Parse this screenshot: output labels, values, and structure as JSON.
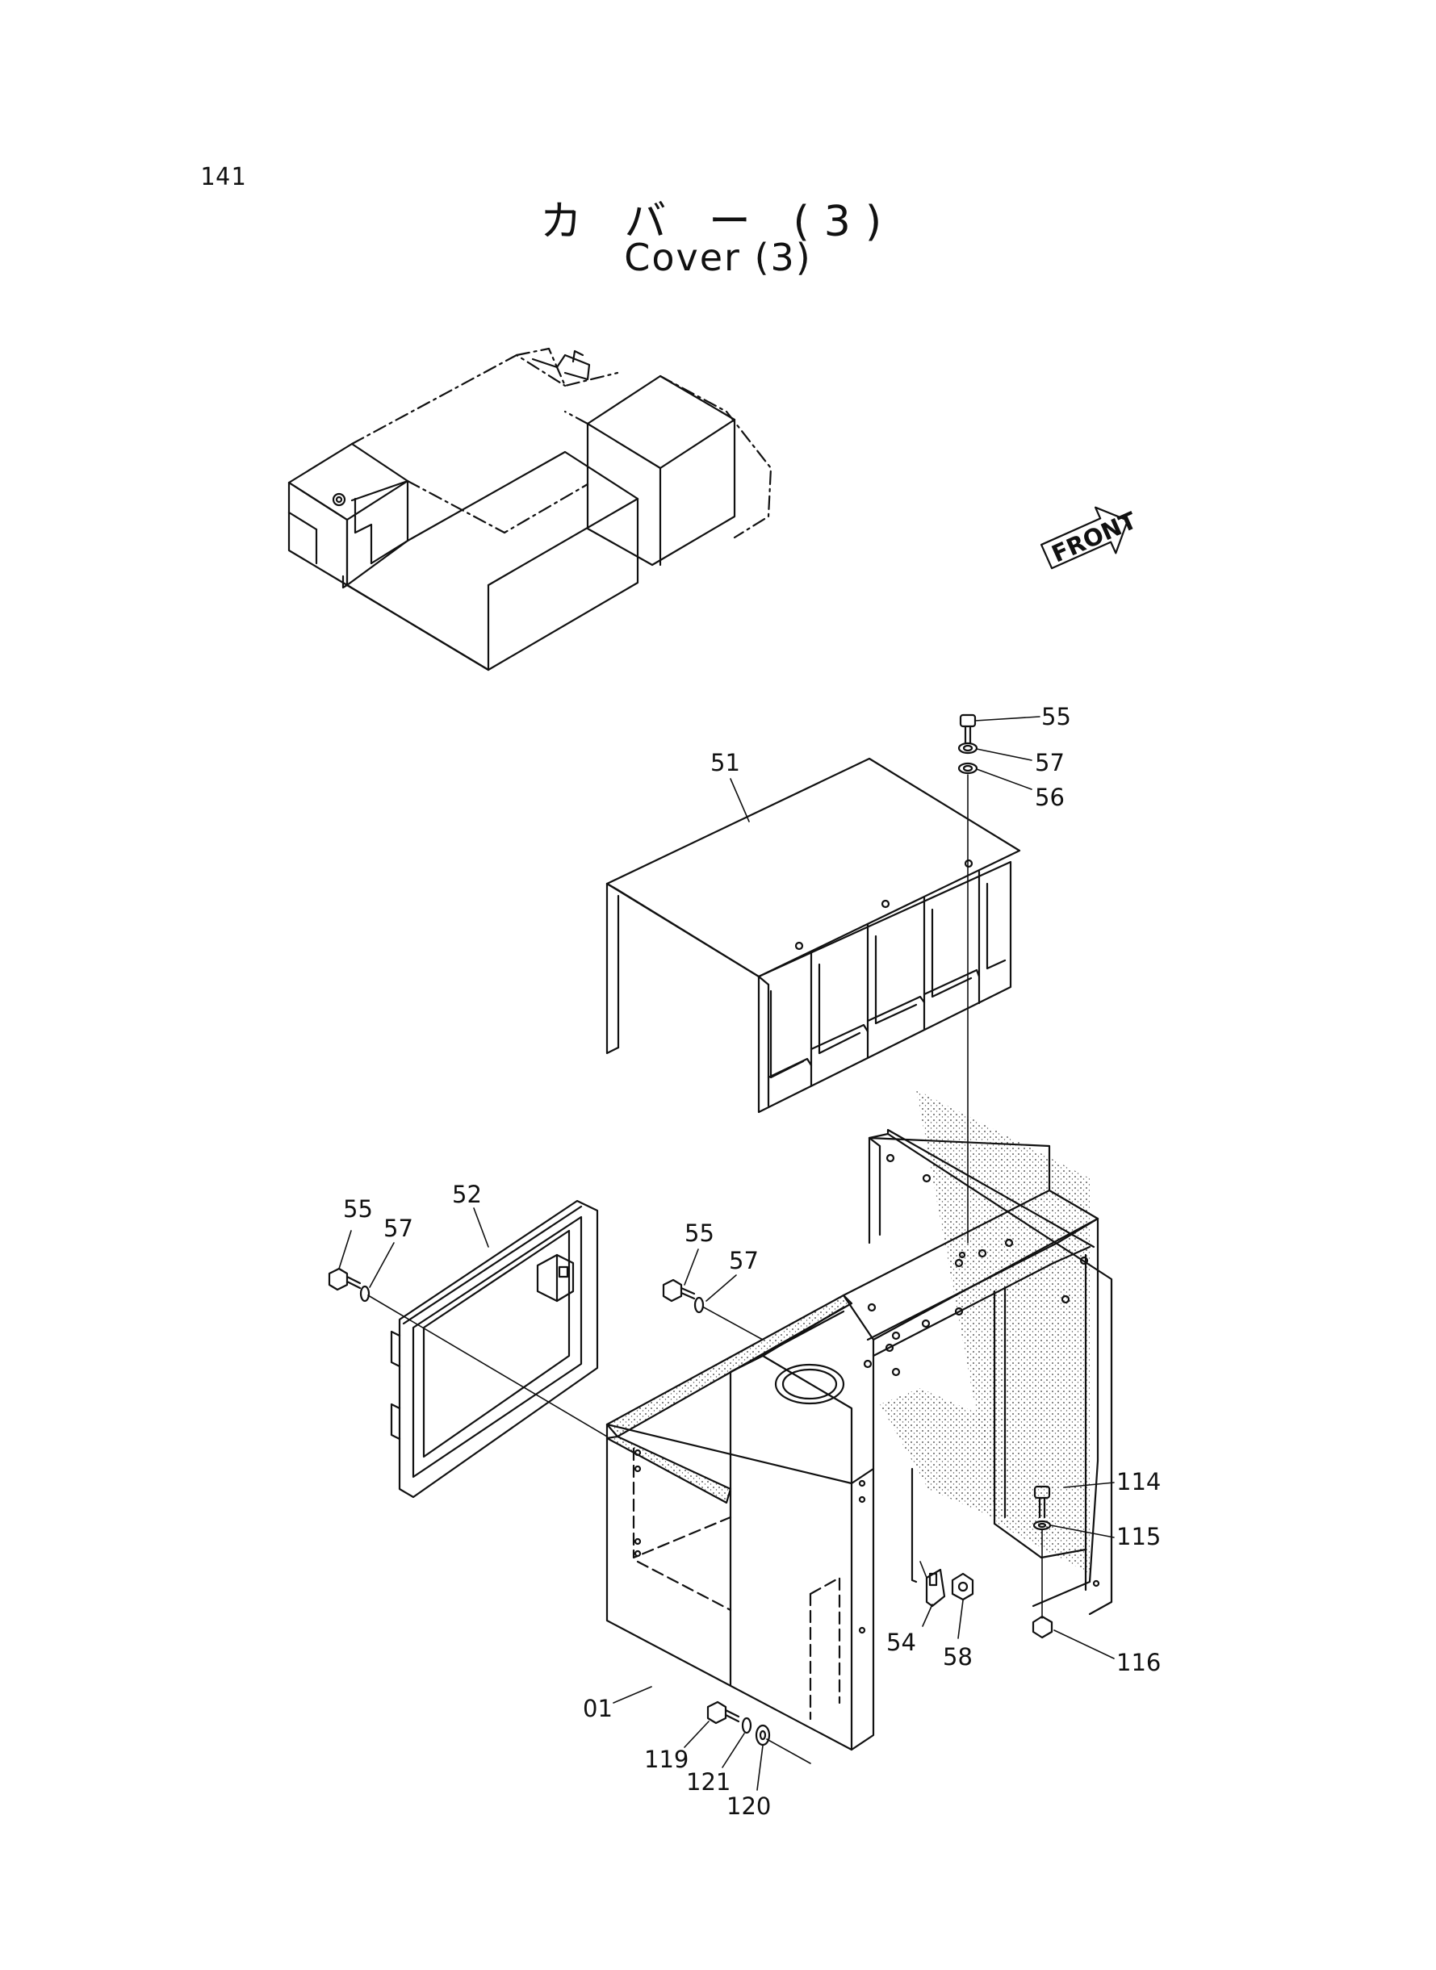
{
  "page": {
    "number": "141"
  },
  "title": {
    "japanese": "カ バ ー (3)",
    "english": "Cover (3)"
  },
  "front_marker": {
    "label": "FRONT"
  },
  "callouts": [
    {
      "id": "c01",
      "label": "01"
    },
    {
      "id": "c51",
      "label": "51"
    },
    {
      "id": "c52",
      "label": "52"
    },
    {
      "id": "c54",
      "label": "54"
    },
    {
      "id": "c55a",
      "label": "55"
    },
    {
      "id": "c55b",
      "label": "55"
    },
    {
      "id": "c55c",
      "label": "55"
    },
    {
      "id": "c56",
      "label": "56"
    },
    {
      "id": "c57a",
      "label": "57"
    },
    {
      "id": "c57b",
      "label": "57"
    },
    {
      "id": "c57c",
      "label": "57"
    },
    {
      "id": "c58",
      "label": "58"
    },
    {
      "id": "c114",
      "label": "114"
    },
    {
      "id": "c115",
      "label": "115"
    },
    {
      "id": "c116",
      "label": "116"
    },
    {
      "id": "c119",
      "label": "119"
    },
    {
      "id": "c120",
      "label": "120"
    },
    {
      "id": "c121",
      "label": "121"
    }
  ]
}
